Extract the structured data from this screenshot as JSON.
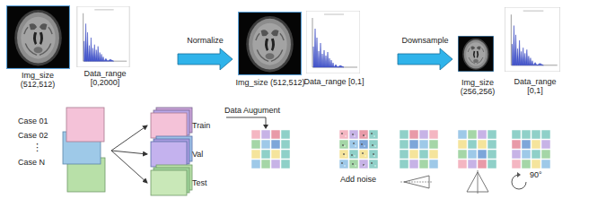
{
  "diagram": {
    "nodes": [
      {
        "text": [
          "Img_size (512,512)",
          "Data_range [0,2000]"
        ]
      },
      {
        "text": [
          "Img_size (512,512)",
          "Data_range [0,1]"
        ]
      },
      {
        "text": [
          "Img_size (256,256)",
          "Data_range [0,1]"
        ]
      },
      {
        "text": [
          "Case 01",
          "Case 02",
          "Case N"
        ]
      },
      {
        "text": [
          "Train",
          "Val",
          "Test"
        ]
      }
    ],
    "edges": [
      {
        "from": 0,
        "to": 1,
        "label": "Normalize",
        "arrow": "to"
      },
      {
        "from": 1,
        "to": 2,
        "label": "Downsample",
        "arrow": "to"
      },
      {
        "from": 3,
        "to": 4,
        "arrow": "to"
      }
    ],
    "labels": [
      "⋮",
      "Data Augument",
      "Add noise",
      "90°"
    ]
  }
}
